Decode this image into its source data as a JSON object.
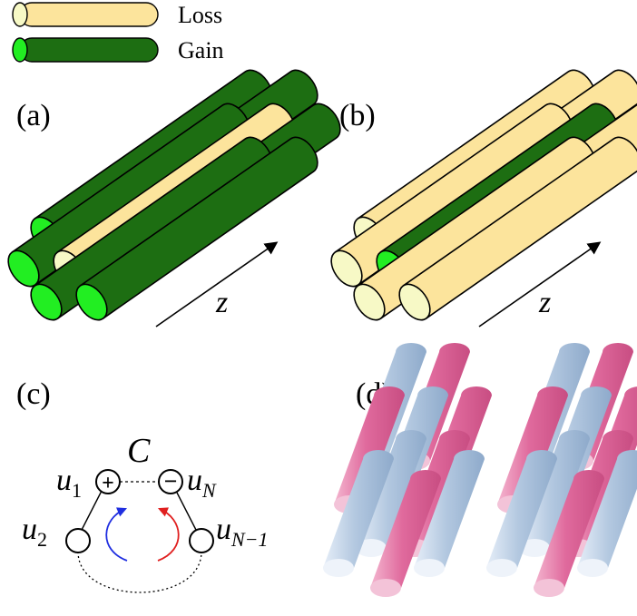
{
  "legend": {
    "loss_label": "Loss",
    "gain_label": "Gain"
  },
  "panels": {
    "a": {
      "label": "(a)",
      "axis_label": "z"
    },
    "b": {
      "label": "(b)",
      "axis_label": "z"
    },
    "c": {
      "label": "(c)",
      "coupling_label": "C",
      "nodes": {
        "u1": {
          "base": "u",
          "sub": "1",
          "sign": "+"
        },
        "uN": {
          "base": "u",
          "sub": "N",
          "sign": "−"
        },
        "u2": {
          "base": "u",
          "sub": "2"
        },
        "uN1": {
          "base": "u",
          "sub": "N−1"
        }
      }
    },
    "d": {
      "label": "(d)"
    }
  },
  "colors": {
    "gain_body": "#1d6e12",
    "gain_face": "#22ee22",
    "loss_body": "#fce49c",
    "loss_face": "#f7f9c6",
    "pink": "#e67aa8",
    "blue": "#b8cde4",
    "arrow_left": "#1f2ee0",
    "arrow_right": "#e01f1f"
  }
}
